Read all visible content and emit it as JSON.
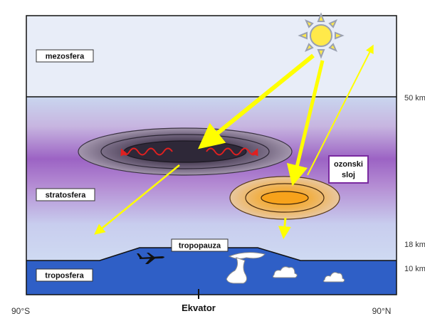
{
  "labels": {
    "mesosphere": "mezosfera",
    "stratosphere": "stratosfera",
    "troposphere": "troposfera",
    "tropopause": "tropopauza",
    "ozone_layer_line1": "ozonski",
    "ozone_layer_line2": "sloj",
    "equator": "Ekvator",
    "lat_south": "90°S",
    "lat_north": "90°N"
  },
  "altitudes": {
    "km50": "50 km",
    "km18": "18 km",
    "km10": "10 km"
  },
  "colors": {
    "mesosphere": "#e8edf8",
    "troposphere": "#2f5fc6",
    "sun": "#ffe94a",
    "sun_arrows": "#ffff00",
    "ozone_high": "#2a2535",
    "ozone_low": "#f2a23a",
    "wave_arrows": "#e02020",
    "ozone_label_border": "#7a2aa0"
  }
}
